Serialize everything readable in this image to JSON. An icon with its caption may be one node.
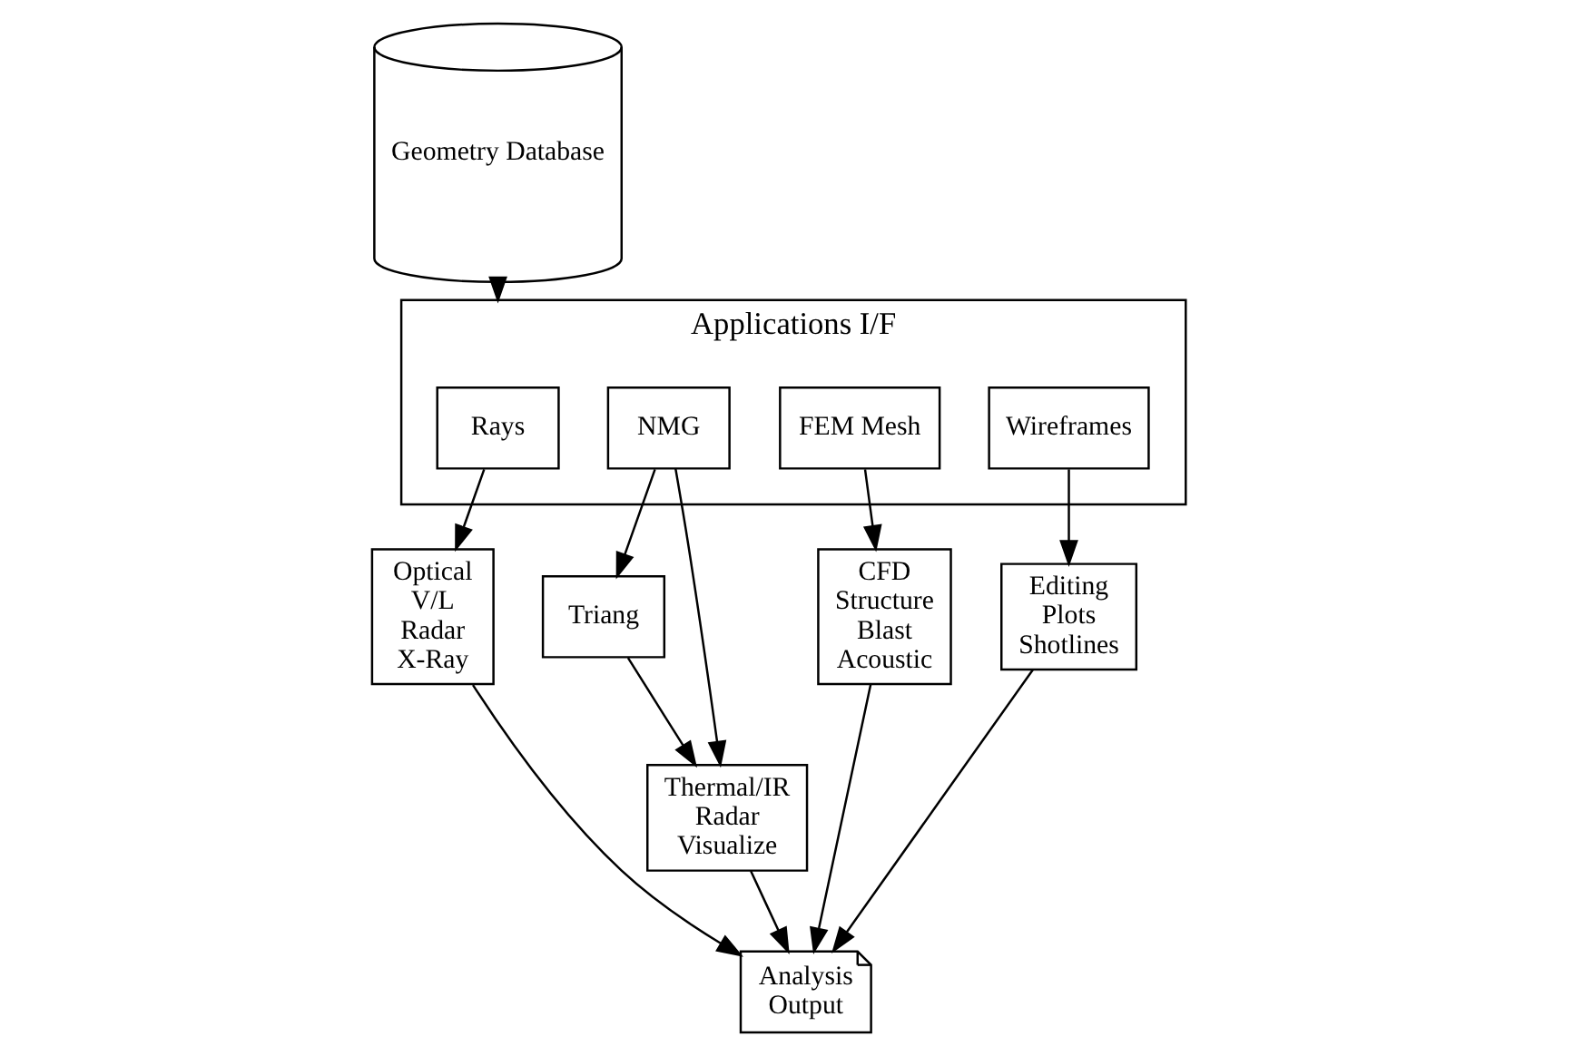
{
  "diagram": {
    "nodes": [
      {
        "text": [
          "Geometry Database"
        ]
      },
      {
        "text": [
          "Applications I/F"
        ]
      },
      {
        "text": [
          "Rays"
        ],
        "in": 1
      },
      {
        "text": [
          "NMG"
        ],
        "in": 1
      },
      {
        "text": [
          "FEM Mesh"
        ],
        "in": 1
      },
      {
        "text": [
          "Wireframes"
        ],
        "in": 1
      },
      {
        "text": [
          "Optical",
          "V/L",
          "Radar",
          "X-Ray"
        ]
      },
      {
        "text": [
          "Triang"
        ]
      },
      {
        "text": [
          "Thermal/IR",
          "Radar",
          "Visualize"
        ]
      },
      {
        "text": [
          "CFD",
          "Structure",
          "Blast",
          "Acoustic"
        ]
      },
      {
        "text": [
          "Editing",
          "Plots",
          "Shotlines"
        ]
      },
      {
        "text": [
          "Analysis",
          "Output"
        ]
      }
    ],
    "edges": [
      {
        "from": 0,
        "to": 1,
        "arrow": "to"
      },
      {
        "from": 2,
        "to": 6,
        "arrow": "to"
      },
      {
        "from": 3,
        "to": 8,
        "arrow": "to"
      },
      {
        "from": 3,
        "to": 7,
        "arrow": "to"
      },
      {
        "from": 7,
        "to": 8,
        "arrow": "to"
      },
      {
        "from": 4,
        "to": 9,
        "arrow": "to"
      },
      {
        "from": 5,
        "to": 10,
        "arrow": "to"
      },
      {
        "from": 6,
        "to": 11,
        "arrow": "to"
      },
      {
        "from": 8,
        "to": 11,
        "arrow": "to"
      },
      {
        "from": 9,
        "to": 11,
        "arrow": "to"
      },
      {
        "from": 10,
        "to": 11,
        "arrow": "to"
      }
    ]
  }
}
